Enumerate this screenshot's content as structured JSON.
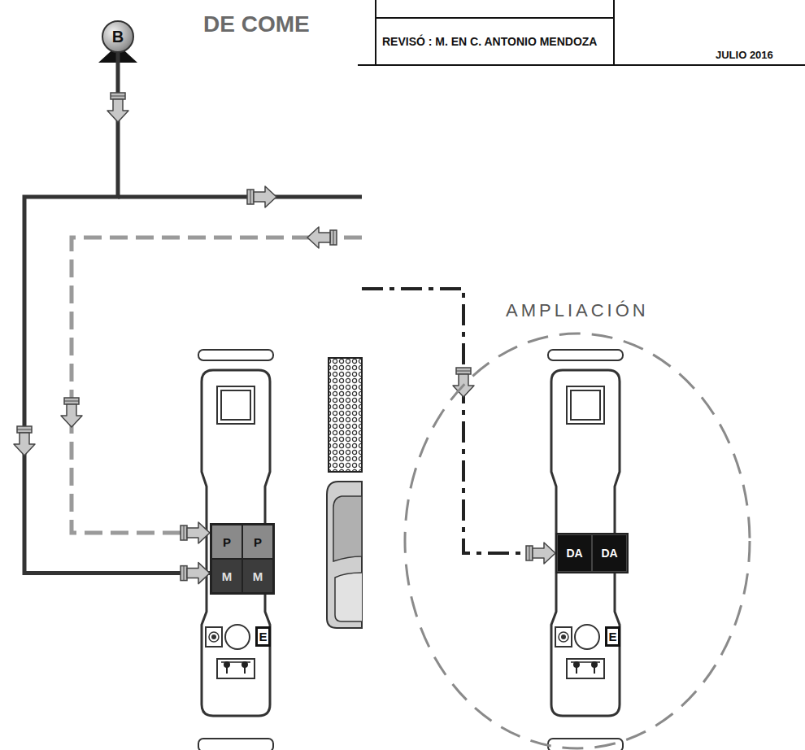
{
  "diagram": {
    "nodes": [
      {
        "text": [
          "B"
        ]
      },
      {
        "text": [
          "P",
          "P",
          "M",
          "M"
        ]
      },
      {
        "text": [
          "E"
        ]
      },
      {
        "text": [
          "AMPLIACIÓN"
        ]
      },
      {
        "text": [
          "DA",
          "DA"
        ],
        "in": 3
      },
      {
        "text": [
          "E"
        ],
        "in": 3
      }
    ],
    "edges": [
      {
        "from": 0,
        "to": 1,
        "arrow": "to"
      }
    ],
    "labels": [
      "DE COME",
      "REVISÓ : M. EN C. ANTONIO MENDOZA",
      "JULIO 2016"
    ]
  }
}
